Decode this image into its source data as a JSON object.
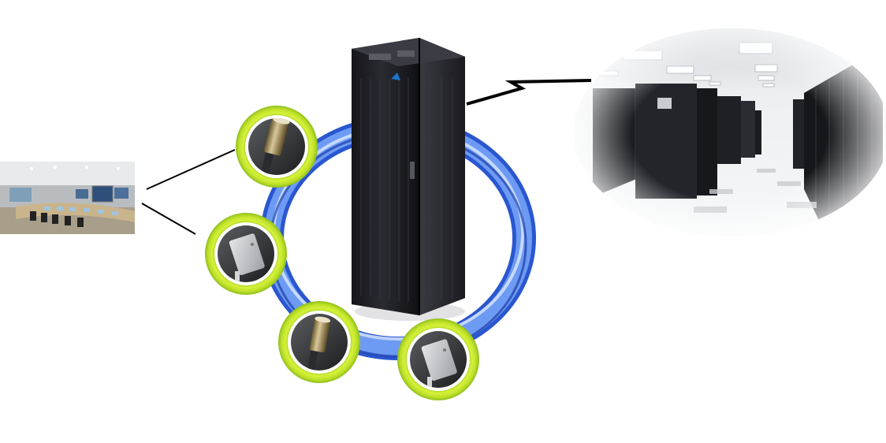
{
  "diagram": {
    "components": [
      {
        "id": "control-room-photo",
        "kind": "photo"
      },
      {
        "id": "server-cabinet",
        "kind": "photo"
      },
      {
        "id": "data-center-photo",
        "kind": "photo"
      },
      {
        "id": "blue-ring",
        "kind": "shape"
      },
      {
        "id": "sensor-1",
        "kind": "cylindrical-sensor"
      },
      {
        "id": "sensor-2",
        "kind": "box-sensor"
      },
      {
        "id": "sensor-3",
        "kind": "cylindrical-sensor"
      },
      {
        "id": "sensor-4",
        "kind": "box-sensor"
      }
    ],
    "connections": [
      {
        "from": "control-room-photo",
        "to": "sensor-1",
        "style": "line"
      },
      {
        "from": "control-room-photo",
        "to": "sensor-2",
        "style": "line"
      },
      {
        "from": "server-cabinet",
        "to": "data-center-photo",
        "style": "wireless-zigzag"
      }
    ],
    "colors": {
      "ring": "#5b8cf0",
      "sensor_halo": "#c7ea2e",
      "cabinet": "#1f1f24",
      "connector": "#000000"
    }
  }
}
